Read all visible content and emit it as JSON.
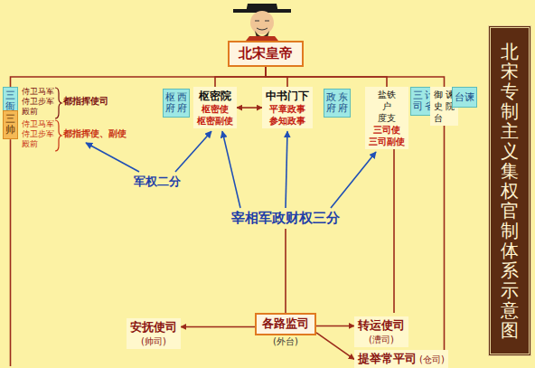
{
  "diagram": {
    "title": "北宋专制主义集权官制体系示意图",
    "nodes": [
      {
        "text": [
          "北宋皇帝"
        ]
      },
      {
        "text": [
          "三衙"
        ]
      },
      {
        "text": [
          "三帅"
        ]
      },
      {
        "text": [
          "枢府",
          "西府"
        ]
      },
      {
        "text": [
          "枢密院",
          "枢密使",
          "枢密副使"
        ]
      },
      {
        "text": [
          "中书门下",
          "平章政事",
          "参知政事"
        ]
      },
      {
        "text": [
          "政府",
          "东府"
        ]
      },
      {
        "text": [
          "盐铁",
          "户",
          "度支",
          "三司使",
          "三司副使"
        ]
      },
      {
        "text": [
          "三司",
          "计省"
        ]
      },
      {
        "text": [
          "御史台",
          "谏院"
        ]
      },
      {
        "text": [
          "台谏"
        ]
      },
      {
        "text": [
          "各路监司",
          "(外台)"
        ]
      },
      {
        "text": [
          "安抚使司",
          "(帅司)"
        ]
      },
      {
        "text": [
          "转运使司",
          "(漕司)"
        ]
      },
      {
        "text": [
          "提举常平司",
          "(仓司)"
        ]
      }
    ],
    "edges": [
      {
        "from": 0,
        "to": 1,
        "arrow": "none"
      },
      {
        "from": 0,
        "to": 4,
        "arrow": "none"
      },
      {
        "from": 0,
        "to": 5,
        "arrow": "none"
      },
      {
        "from": 0,
        "to": 7,
        "arrow": "none"
      },
      {
        "from": 0,
        "to": 9,
        "arrow": "none"
      },
      {
        "from": 4,
        "to": 5,
        "arrow": "both"
      },
      {
        "from": 11,
        "to": 12,
        "arrow": "to"
      },
      {
        "from": 11,
        "to": 13,
        "arrow": "to"
      },
      {
        "from": 11,
        "to": 14,
        "arrow": "to"
      }
    ],
    "labels": [
      "侍卫马军",
      "侍卫步军",
      "殿前",
      "都指挥使司",
      "侍卫马军",
      "侍卫步军",
      "殿前",
      "都指挥使、副使",
      "军权二分",
      "宰相军政财权三分"
    ]
  }
}
